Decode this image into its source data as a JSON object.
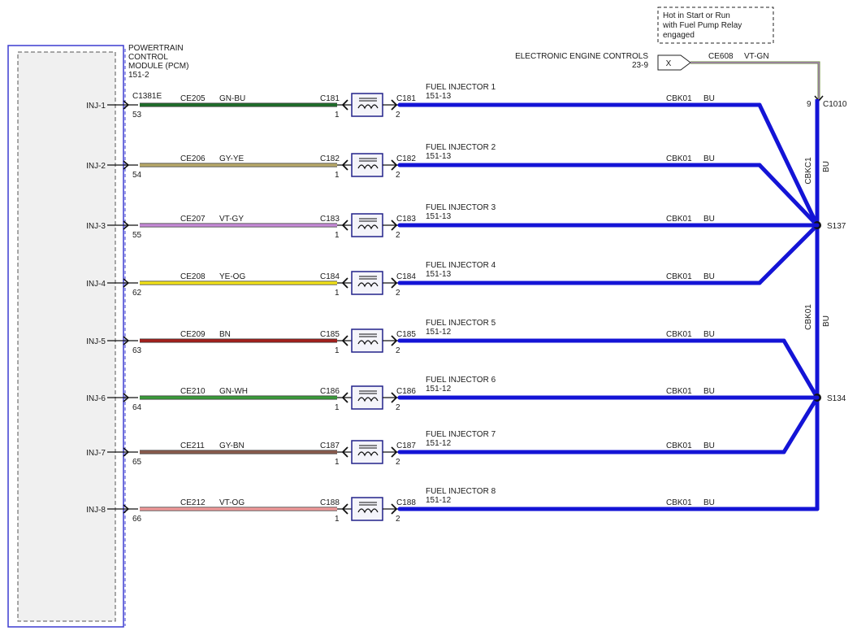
{
  "pcm": {
    "label_lines": [
      "POWERTRAIN",
      "CONTROL",
      "MODULE (PCM)",
      "151-2"
    ],
    "connector": "C1381E"
  },
  "eec": {
    "label": "ELECTRONIC ENGINE CONTROLS",
    "ref": "23-9",
    "connector_mark": "X",
    "circuit": "CE608",
    "color": "VT-GN"
  },
  "note": {
    "lines": [
      "Hot in Start or Run",
      "with Fuel Pump Relay",
      "engaged"
    ]
  },
  "c1010": {
    "pin": "9",
    "connector": "C1010"
  },
  "splices": [
    {
      "id": "S137"
    },
    {
      "id": "S134"
    }
  ],
  "vertical_labels": [
    {
      "circuit": "CBKC1",
      "color": "BU"
    },
    {
      "circuit": "CBK01",
      "color": "BU"
    }
  ],
  "wire_colors": {
    "GN-BU": "#1f6e2b",
    "GY-YE": "#b8a96a",
    "VT-GY": "#c58ad6",
    "YE-OG": "#f2e21a",
    "BN": "#a3201c",
    "GN-WH": "#3a9a3a",
    "GY-BN": "#8a5c4e",
    "VT-OG": "#f09a9a",
    "BU": "#1414d6"
  },
  "injectors": [
    {
      "pin_label": "INJ-1",
      "pcm_pin": "53",
      "circuit": "CE205",
      "color": "GN-BU",
      "conn": "C181",
      "name": "FUEL INJECTOR 1",
      "ref": "151-13",
      "circuit_out": "CBK01",
      "color_out": "BU"
    },
    {
      "pin_label": "INJ-2",
      "pcm_pin": "54",
      "circuit": "CE206",
      "color": "GY-YE",
      "conn": "C182",
      "name": "FUEL INJECTOR 2",
      "ref": "151-13",
      "circuit_out": "CBK01",
      "color_out": "BU"
    },
    {
      "pin_label": "INJ-3",
      "pcm_pin": "55",
      "circuit": "CE207",
      "color": "VT-GY",
      "conn": "C183",
      "name": "FUEL INJECTOR 3",
      "ref": "151-13",
      "circuit_out": "CBK01",
      "color_out": "BU"
    },
    {
      "pin_label": "INJ-4",
      "pcm_pin": "62",
      "circuit": "CE208",
      "color": "YE-OG",
      "conn": "C184",
      "name": "FUEL INJECTOR 4",
      "ref": "151-13",
      "circuit_out": "CBK01",
      "color_out": "BU"
    },
    {
      "pin_label": "INJ-5",
      "pcm_pin": "63",
      "circuit": "CE209",
      "color": "BN",
      "conn": "C185",
      "name": "FUEL INJECTOR 5",
      "ref": "151-12",
      "circuit_out": "CBK01",
      "color_out": "BU"
    },
    {
      "pin_label": "INJ-6",
      "pcm_pin": "64",
      "circuit": "CE210",
      "color": "GN-WH",
      "conn": "C186",
      "name": "FUEL INJECTOR 6",
      "ref": "151-12",
      "circuit_out": "CBK01",
      "color_out": "BU"
    },
    {
      "pin_label": "INJ-7",
      "pcm_pin": "65",
      "circuit": "CE211",
      "color": "GY-BN",
      "conn": "C187",
      "name": "FUEL INJECTOR 7",
      "ref": "151-12",
      "circuit_out": "CBK01",
      "color_out": "BU"
    },
    {
      "pin_label": "INJ-8",
      "pcm_pin": "66",
      "circuit": "CE212",
      "color": "VT-OG",
      "conn": "C188",
      "name": "FUEL INJECTOR 8",
      "ref": "151-12",
      "circuit_out": "CBK01",
      "color_out": "BU"
    }
  ],
  "pin_numbers": {
    "in": "1",
    "out": "2"
  }
}
